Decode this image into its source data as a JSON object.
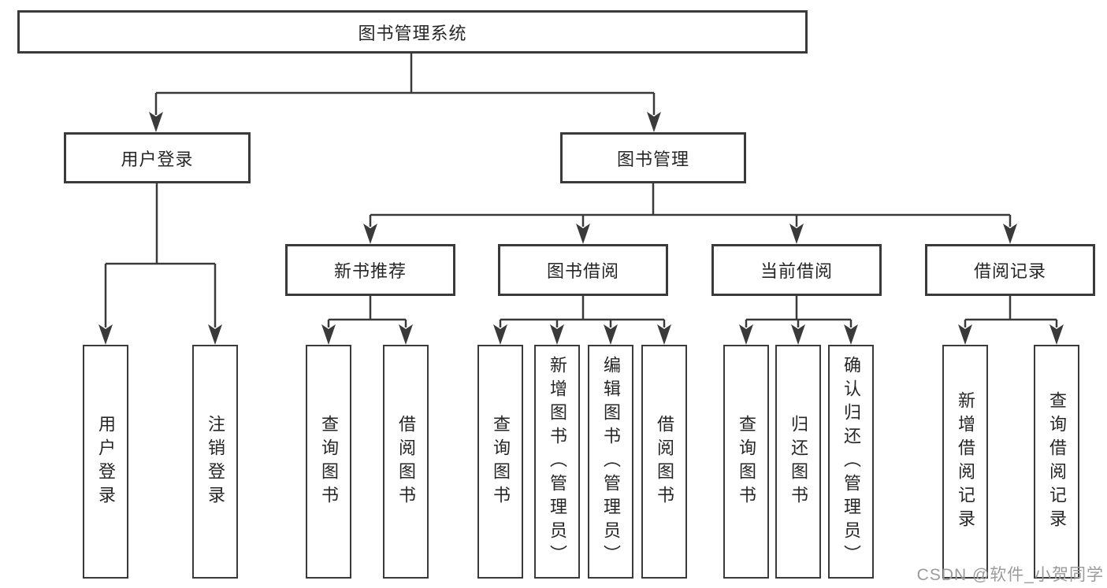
{
  "diagram": {
    "title": "图书管理系统",
    "type": "tree",
    "colors": {
      "line": "#3a3a3a",
      "box_border": "#3a3a3a",
      "box_fill": "#ffffff",
      "text": "#262626",
      "watermark": "#9b9b9b"
    },
    "nodes": {
      "root": {
        "label": "图书管理系统"
      },
      "level1": [
        {
          "label": "用户登录"
        },
        {
          "label": "图书管理"
        }
      ],
      "level2": [
        {
          "label": "新书推荐",
          "parent": "图书管理"
        },
        {
          "label": "图书借阅",
          "parent": "图书管理"
        },
        {
          "label": "当前借阅",
          "parent": "图书管理"
        },
        {
          "label": "借阅记录",
          "parent": "图书管理"
        }
      ],
      "leaves": {
        "user_login": [
          "用户登录",
          "注销登录"
        ],
        "new_books": [
          "查询图书",
          "借阅图书"
        ],
        "book_borrow": [
          "查询图书",
          "新增图书（管理员）",
          "编辑图书（管理员）",
          "借阅图书"
        ],
        "current_borrow": [
          "查询图书",
          "归还图书",
          "确认归还（管理员）"
        ],
        "borrow_records": [
          "新增借阅记录",
          "查询借阅记录"
        ]
      }
    },
    "watermark": "CSDN @软件_小贺同学"
  }
}
